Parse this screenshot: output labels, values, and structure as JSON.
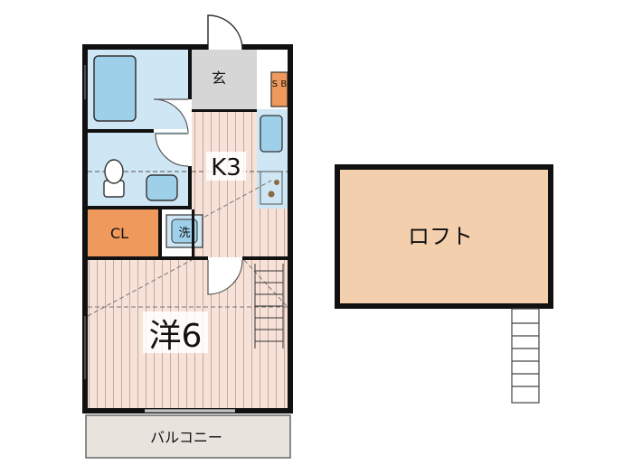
{
  "plan": {
    "entrance": "玄",
    "shoebox": "S B",
    "kitchen": "K3",
    "closet": "CL",
    "washer": "洗",
    "western_room": "洋6",
    "balcony": "バルコニー",
    "loft": "ロフト"
  },
  "colors": {
    "wall": "#111111",
    "bath_blue": "#cfe6f5",
    "fixture_blue": "#9fd0ea",
    "entrance_gray": "#d6d6d6",
    "floor_wood": "#f6e2d8",
    "floor_line": "#c9a99a",
    "closet_orange": "#ef9a5c",
    "loft_fill": "#f3cfad",
    "balcony_fill": "#e9e3de"
  }
}
